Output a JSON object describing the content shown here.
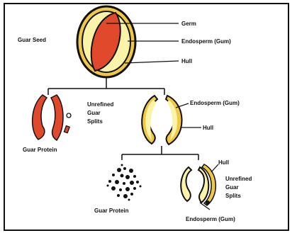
{
  "colors": {
    "germ": "#e0492c",
    "endosperm": "#fbf3a8",
    "hull": "#f0c844",
    "outline": "#111111",
    "background": "#ffffff"
  },
  "labels": {
    "guar_seed": "Guar Seed",
    "germ": "Germ",
    "endosperm_top": "Endosperm (Gum)",
    "hull_top": "Hull",
    "guar_protein_mid": "Guar Protein",
    "unrefined_mid_line1": "Unrefined",
    "unrefined_mid_line2": "Guar",
    "unrefined_mid_line3": "Splits",
    "endosperm_mid": "Endosperm (Gum)",
    "hull_mid": "Hull",
    "guar_protein_bottom": "Guar Protein",
    "hull_bottom": "Hull",
    "unrefined_bottom_line1": "Unrefined",
    "unrefined_bottom_line2": "Guar",
    "unrefined_bottom_line3": "Splits",
    "endosperm_bottom": "Endosperm (Gum)"
  }
}
